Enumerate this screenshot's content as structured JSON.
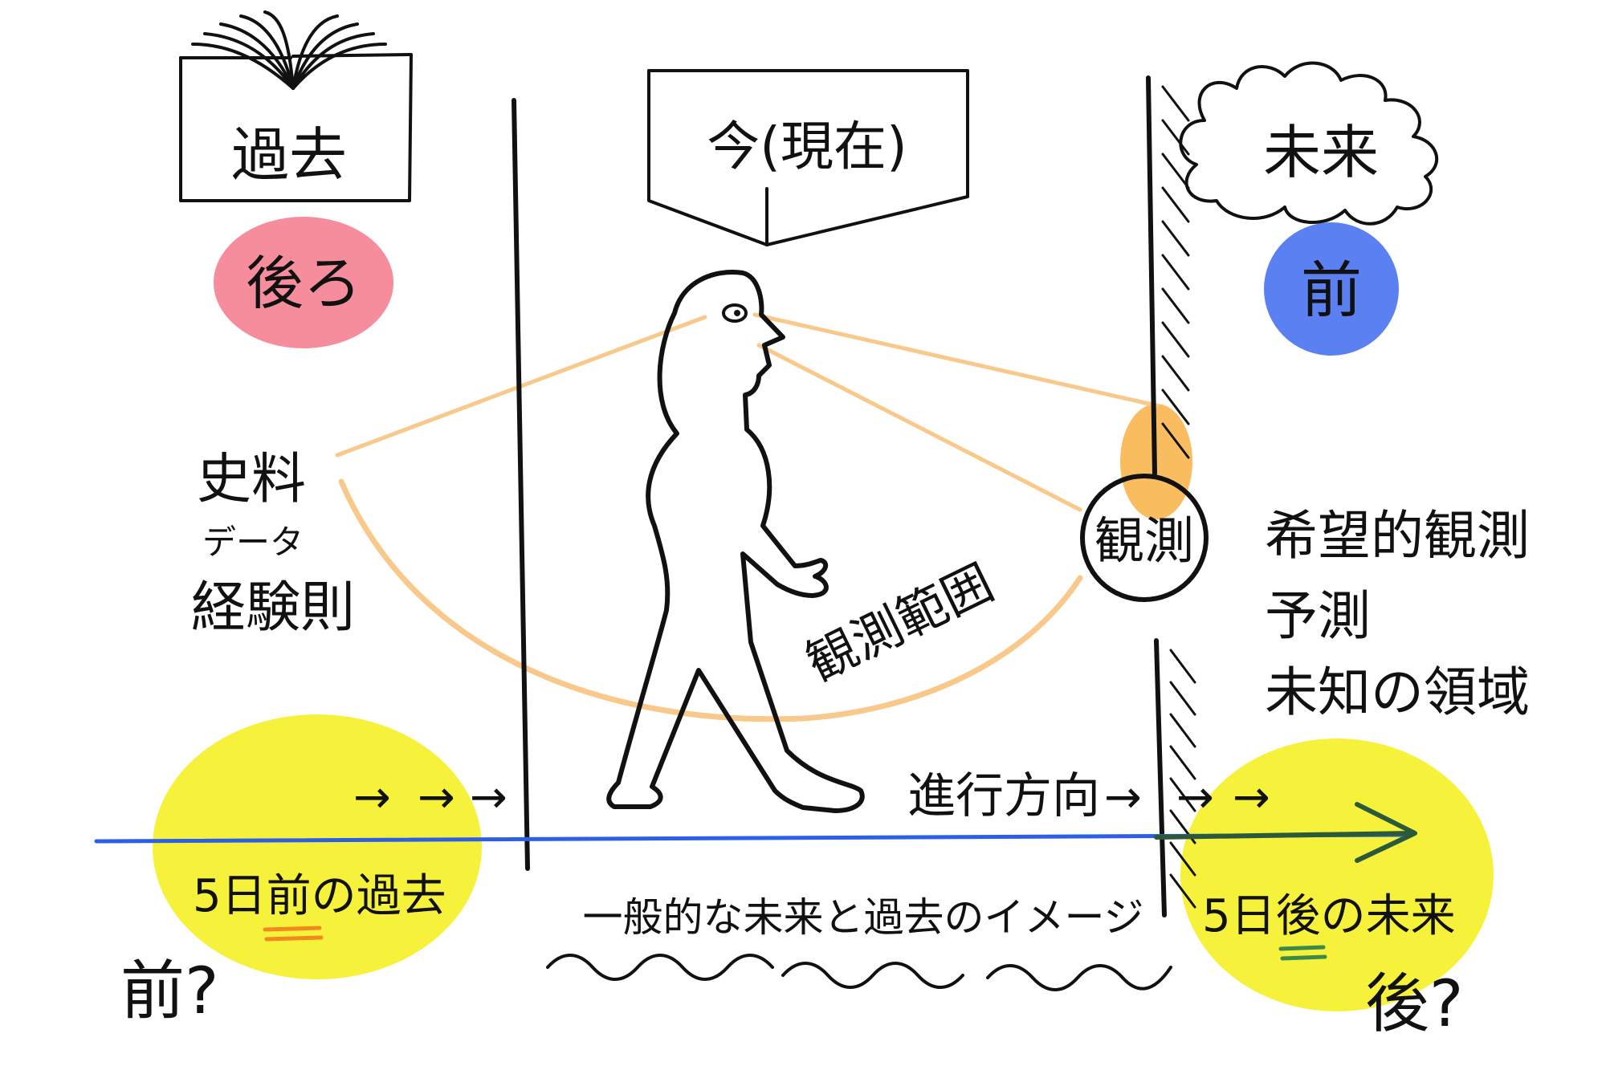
{
  "headers": {
    "past": "過去",
    "present": "今(現在)",
    "future": "未来"
  },
  "badges": {
    "back": {
      "label": "後ろ",
      "color": "#f58d9c"
    },
    "front": {
      "label": "前",
      "color": "#5a80f2"
    }
  },
  "left_list": {
    "line1": "史料",
    "line2": "データ",
    "line3": "経験則"
  },
  "right_list": {
    "line1": "希望的観測",
    "line2": "予測",
    "line3": "未知の領域"
  },
  "observe_label": "観測",
  "range_label": "観測範囲",
  "direction_label": "進行方向",
  "arrows_glyph": "→",
  "bottom": {
    "past_caption": "5日前の過去",
    "future_caption": "5日後の未来",
    "q_left": "前?",
    "q_right": "後?",
    "center_caption": "一般的な未来と過去のイメージ"
  },
  "colors": {
    "highlight_yellow": "#f6f23c",
    "timeline_blue": "#2c5fe6",
    "view_orange": "#f8c98a",
    "observe_orange": "#f9bd5f",
    "underline_orange": "#f08a1c",
    "underline_green": "#3b8a4a"
  }
}
